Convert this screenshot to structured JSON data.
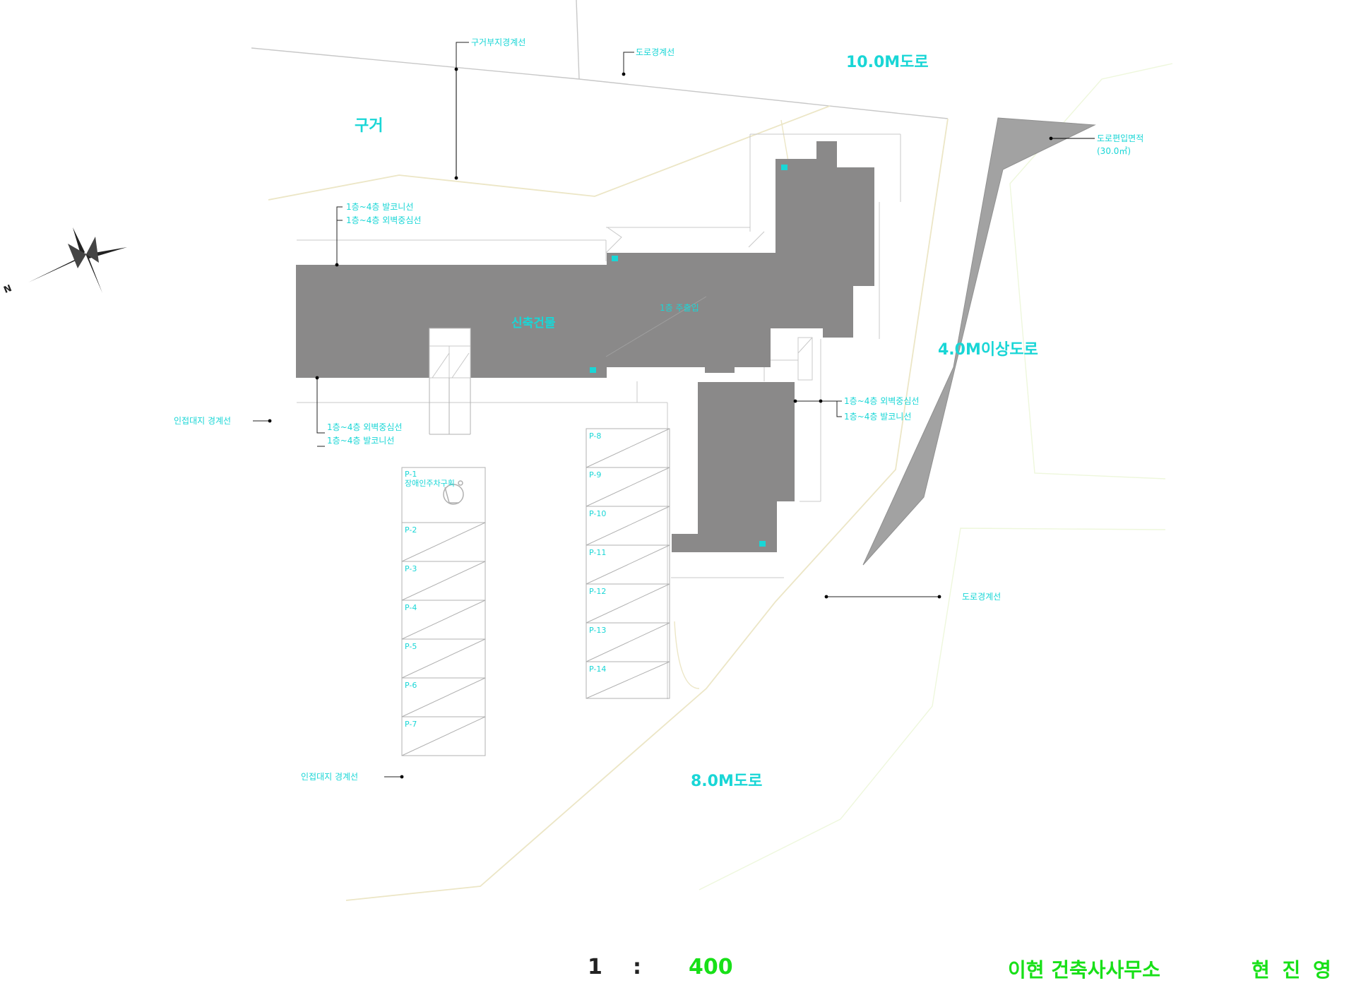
{
  "labels": {
    "road_10m": "10.0M도로",
    "road_4m": "4.0M이상도로",
    "road_8m": "8.0M도로",
    "guge": "구거",
    "b1": "신축건물",
    "b2": "1층 주출입",
    "c_guge_boundary": "구거부지경계선",
    "c_road_boundary_top": "도로경계선",
    "c_balcony_l1": "1층~4층 발코니선",
    "c_wall_l1": "1층~4층 외벽중심선",
    "c_adj_boundary_left": "인접대지 경계선",
    "c_wall_l2": "1층~4층 외벽중심선",
    "c_balcony_l2": "1층~4층 발코니선",
    "c_wall_r": "1층~4층 외벽중심선",
    "c_balcony_r": "1층~4층 발코니선",
    "c_road_area_1": "도로편입면적",
    "c_road_area_2": "(30.0㎡)",
    "c_road_boundary_right": "도로경계선",
    "c_adj_boundary_bottom": "인접대지 경계선",
    "p1_sub": "장애인주차구획",
    "p": [
      "P-1",
      "P-2",
      "P-3",
      "P-4",
      "P-5",
      "P-6",
      "P-7",
      "P-8",
      "P-9",
      "P-10",
      "P-11",
      "P-12",
      "P-13",
      "P-14"
    ]
  },
  "footer": {
    "scale_one": "1",
    "scale_colon": ":",
    "scale_value": "400",
    "office": "이현 건축사사무소",
    "architect": "현 진 영"
  },
  "colors": {
    "building": "#8a8989",
    "annotation": "#19d6d6",
    "road_line": "#ece6c6",
    "site_line": "#eaf6d2",
    "scale_text": "#18e018"
  },
  "icons": [
    "compass-rose-icon",
    "wheelchair-icon"
  ]
}
